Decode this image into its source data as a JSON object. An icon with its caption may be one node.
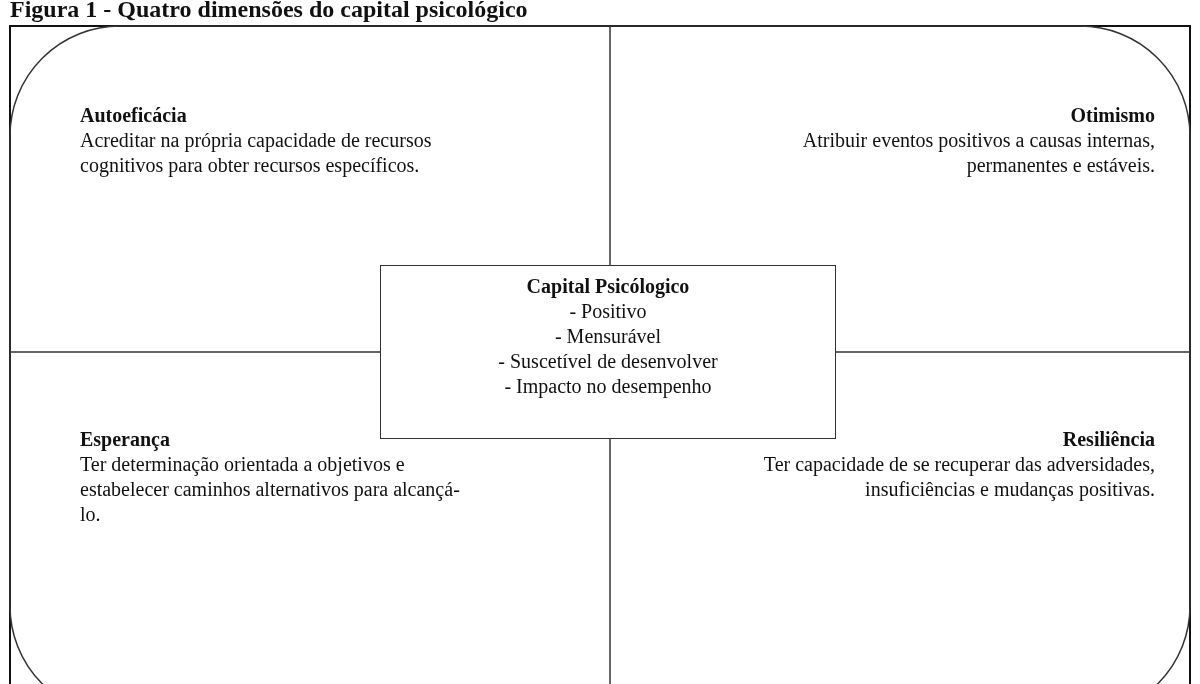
{
  "diagram": {
    "title": "Figura 1 - Quatro dimensões do capital psicológico",
    "nodes": [
      {
        "text": [
          "Autoeficácia",
          "Acreditar na própria capacidade de recursos cognitivos para obter recursos específicos."
        ]
      },
      {
        "text": [
          "Otimismo",
          "Atribuir eventos positivos a causas internas, permanentes e estáveis."
        ]
      },
      {
        "text": [
          "Capital Psicólogico",
          "- Positivo",
          "- Mensurável",
          "- Suscetível de desenvolver",
          "- Impacto no desempenho"
        ]
      },
      {
        "text": [
          "Esperança",
          "Ter determinação orientada a objetivos e estabelecer caminhos alternativos para alcançá-lo."
        ]
      },
      {
        "text": [
          "Resiliência",
          "Ter capacidade de se recuperar das adversidades, insuficiências e mudanças positivas."
        ]
      }
    ]
  }
}
